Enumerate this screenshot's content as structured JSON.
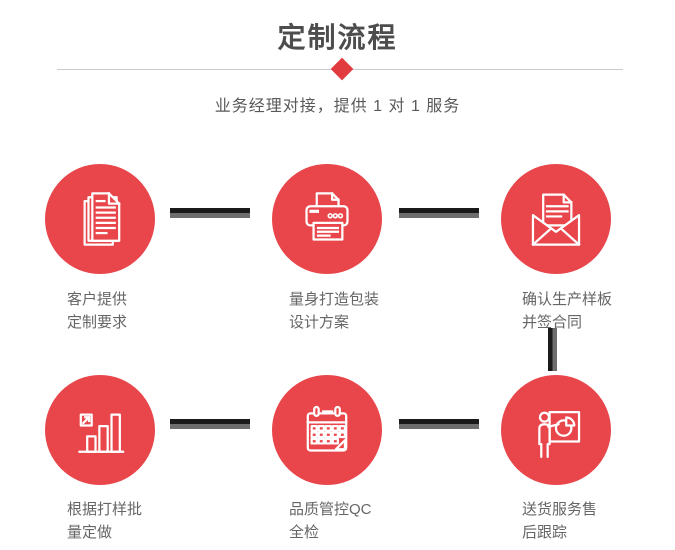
{
  "header": {
    "title": "定制流程",
    "subtitle": "业务经理对接，提供 1 对 1 服务"
  },
  "colors": {
    "accent_red": "#e8464b",
    "diamond_red": "#e23b3f",
    "connector_dark": "#1a1a1a",
    "connector_gray": "#6e6e6e",
    "title_color": "#4d4d4d",
    "subtitle_color": "#595959",
    "label_color": "#666666",
    "divider_color": "#cccccc",
    "icon_stroke": "#ffffff"
  },
  "steps": [
    {
      "icon": "documents-icon",
      "line1": "客户提供",
      "line2": "定制要求"
    },
    {
      "icon": "printer-icon",
      "line1": "量身打造包装",
      "line2": "设计方案"
    },
    {
      "icon": "envelope-icon",
      "line1": "确认生产样板",
      "line2": "并签合同"
    },
    {
      "icon": "bar-chart-icon",
      "line1": "根据打样批",
      "line2": "量定做"
    },
    {
      "icon": "calendar-icon",
      "line1": "品质管控QC",
      "line2": "全检"
    },
    {
      "icon": "presentation-icon",
      "line1": "送货服务售",
      "line2": "后跟踪"
    }
  ]
}
